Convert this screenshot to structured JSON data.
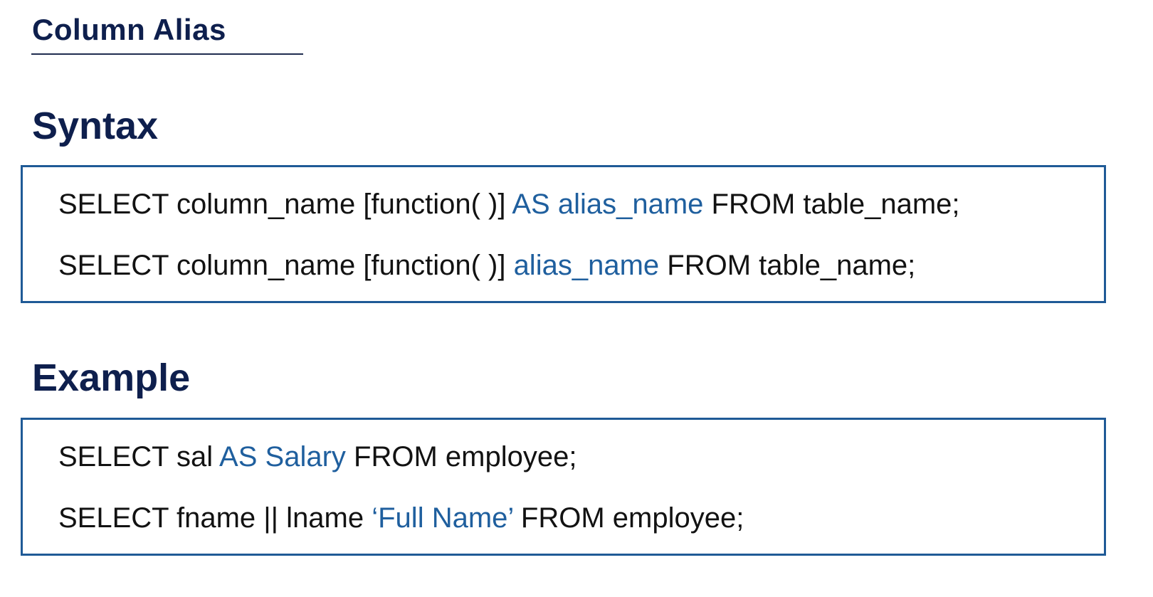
{
  "slide": {
    "title": "Column Alias"
  },
  "syntax": {
    "heading": "Syntax",
    "lines": [
      {
        "before": "SELECT column_name [function( )] ",
        "alias": "AS alias_name",
        "after": " FROM table_name;"
      },
      {
        "before": "SELECT column_name [function( )] ",
        "alias": "alias_name",
        "after": " FROM table_name;"
      }
    ]
  },
  "example": {
    "heading": "Example",
    "lines": [
      {
        "before": "SELECT sal ",
        "alias": "AS Salary",
        "after": " FROM employee;"
      },
      {
        "before": "SELECT fname || lname ",
        "alias": "‘Full Name’",
        "after": " FROM employee;"
      }
    ]
  },
  "colors": {
    "heading": "#0e1f4d",
    "box_border": "#1f5a96",
    "alias_text": "#1f5f9e",
    "code_text": "#121212"
  }
}
